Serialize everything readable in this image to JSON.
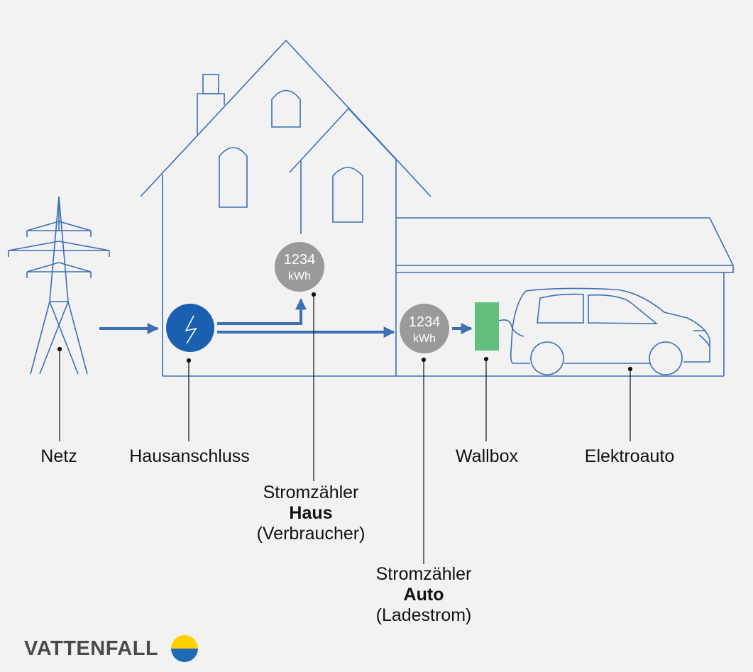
{
  "meter_house": {
    "line1": "1234",
    "line2": "kWh"
  },
  "meter_car": {
    "line1": "1234",
    "line2": "kWh"
  },
  "labels": {
    "netz": "Netz",
    "hausanschluss": "Hausanschluss",
    "stromzaehler_haus": {
      "line1": "Stromzähler",
      "line2": "Haus",
      "line3": "(Verbraucher)"
    },
    "wallbox": "Wallbox",
    "elektroauto": "Elektroauto",
    "stromzaehler_auto": {
      "line1": "Stromzähler",
      "line2": "Auto",
      "line3": "(Ladestrom)"
    }
  },
  "brand": {
    "name": "VATTENFALL"
  },
  "colors": {
    "line": "#3b6fb6",
    "hausanschluss_fill": "#1a5fb0",
    "meter_fill": "#9a9a9a",
    "wallbox_fill": "#63bf7e",
    "logo_yellow": "#ffd200",
    "logo_blue": "#1f6bb5"
  }
}
